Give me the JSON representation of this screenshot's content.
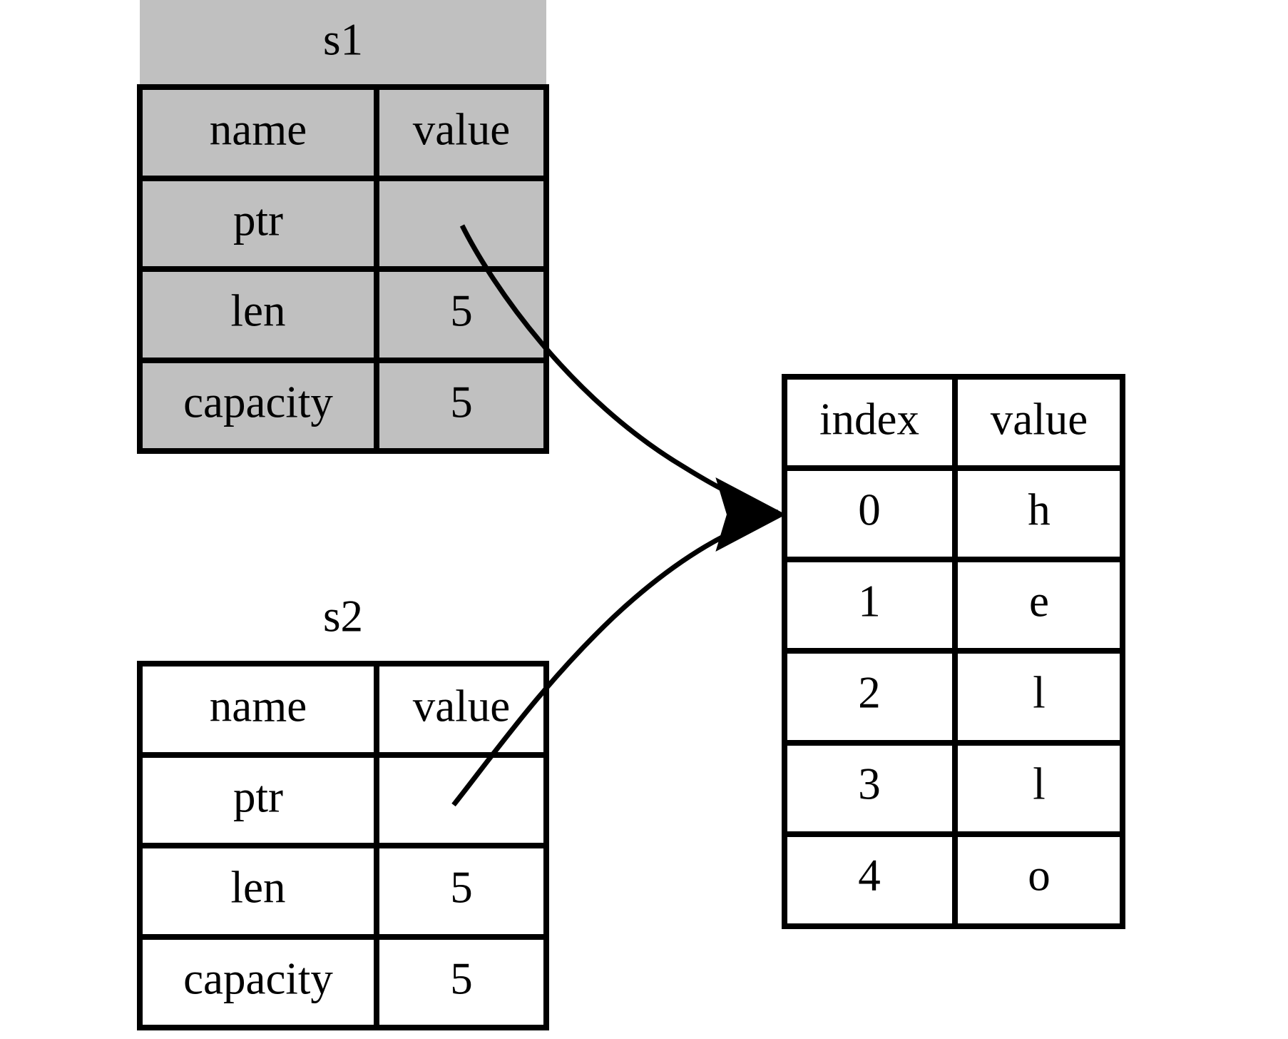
{
  "diagram": {
    "title": "",
    "background_color": "#ffffff",
    "highlight_color": "#c0c0c0",
    "line_color": "#000000"
  },
  "s1": {
    "label": "s1",
    "highlighted": true,
    "header": {
      "name": "name",
      "value": "value"
    },
    "rows": [
      {
        "name": "ptr",
        "value": ""
      },
      {
        "name": "len",
        "value": "5"
      },
      {
        "name": "capacity",
        "value": "5"
      }
    ]
  },
  "s2": {
    "label": "s2",
    "highlighted": false,
    "header": {
      "name": "name",
      "value": "value"
    },
    "rows": [
      {
        "name": "ptr",
        "value": ""
      },
      {
        "name": "len",
        "value": "5"
      },
      {
        "name": "capacity",
        "value": "5"
      }
    ]
  },
  "heap": {
    "header": {
      "index": "index",
      "value": "value"
    },
    "rows": [
      {
        "index": "0",
        "value": "h"
      },
      {
        "index": "1",
        "value": "e"
      },
      {
        "index": "2",
        "value": "l"
      },
      {
        "index": "3",
        "value": "l"
      },
      {
        "index": "4",
        "value": "o"
      }
    ]
  },
  "edges": [
    {
      "from": "s1.ptr",
      "to": "heap.0",
      "kind": "pointer-arrow"
    },
    {
      "from": "s2.ptr",
      "to": "heap.0",
      "kind": "pointer-arrow"
    }
  ]
}
